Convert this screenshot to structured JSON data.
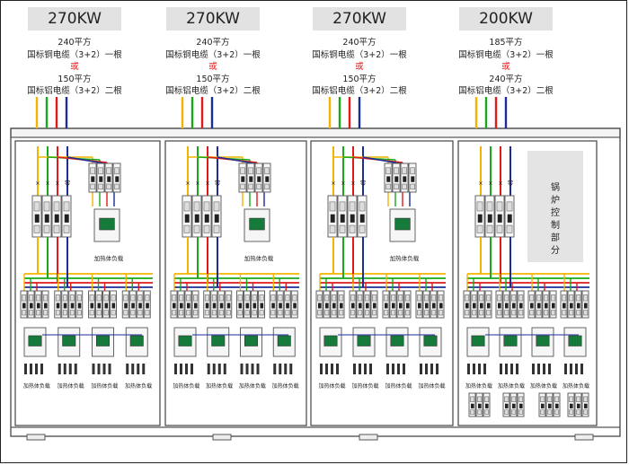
{
  "columns": [
    {
      "power": "270KW",
      "cable1_size": "240平方",
      "cable1_desc": "国标铜电缆（3+2）一根",
      "or_text": "或",
      "cable2_size": "150平方",
      "cable2_desc": "国标铝电缆（3+2）二根"
    },
    {
      "power": "270KW",
      "cable1_size": "240平方",
      "cable1_desc": "国标铜电缆（3+2）一根",
      "or_text": "或",
      "cable2_size": "150平方",
      "cable2_desc": "国标铝电缆（3+2）二根"
    },
    {
      "power": "270KW",
      "cable1_size": "240平方",
      "cable1_desc": "国标铜电缆（3+2）一根",
      "or_text": "或",
      "cable2_size": "150平方",
      "cable2_desc": "国标铝电缆（3+2）二根"
    },
    {
      "power": "200KW",
      "cable1_size": "185平方",
      "cable1_desc": "国标铜电缆（3+2）一根",
      "or_text": "或",
      "cable2_size": "240平方",
      "cable2_desc": "国标铝电缆（3+2）二根"
    }
  ],
  "labels": {
    "heater_control": "加热体负载",
    "heater_load": "加热体负载",
    "boiler_control": "锅炉控制部分"
  },
  "colors": {
    "phase_yellow": "#f2b400",
    "phase_green": "#18a818",
    "phase_red": "#e01a1a",
    "neutral_blue": "#1a2e9a",
    "frame": "#555555"
  }
}
